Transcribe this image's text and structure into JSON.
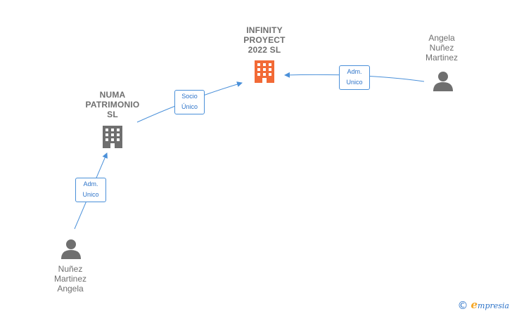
{
  "nodes": {
    "infinity": {
      "label": "INFINITY\nPROYECT\n2022  SL",
      "type": "company",
      "highlight": true
    },
    "numa": {
      "label": "NUMA\nPATRIMONIO\nSL",
      "type": "company",
      "highlight": false
    },
    "angela_nunez": {
      "label": "Angela\nNuñez\nMartinez",
      "type": "person"
    },
    "nunez_angela": {
      "label": "Nuñez\nMartinez\nAngela",
      "type": "person"
    }
  },
  "edges": {
    "numa_to_infinity": {
      "label": "Socio\nÚnico"
    },
    "angela_to_infinity": {
      "label": "Adm.\nUnico"
    },
    "nunez_to_numa": {
      "label": "Adm.\nUnico"
    }
  },
  "colors": {
    "highlight_company": "#f26a36",
    "company": "#6f6f6f",
    "person": "#6f6f6f",
    "edge": "#4a90d9"
  },
  "branding": {
    "copyright_symbol": "©",
    "name_initial": "e",
    "name_rest": "mpresia"
  }
}
